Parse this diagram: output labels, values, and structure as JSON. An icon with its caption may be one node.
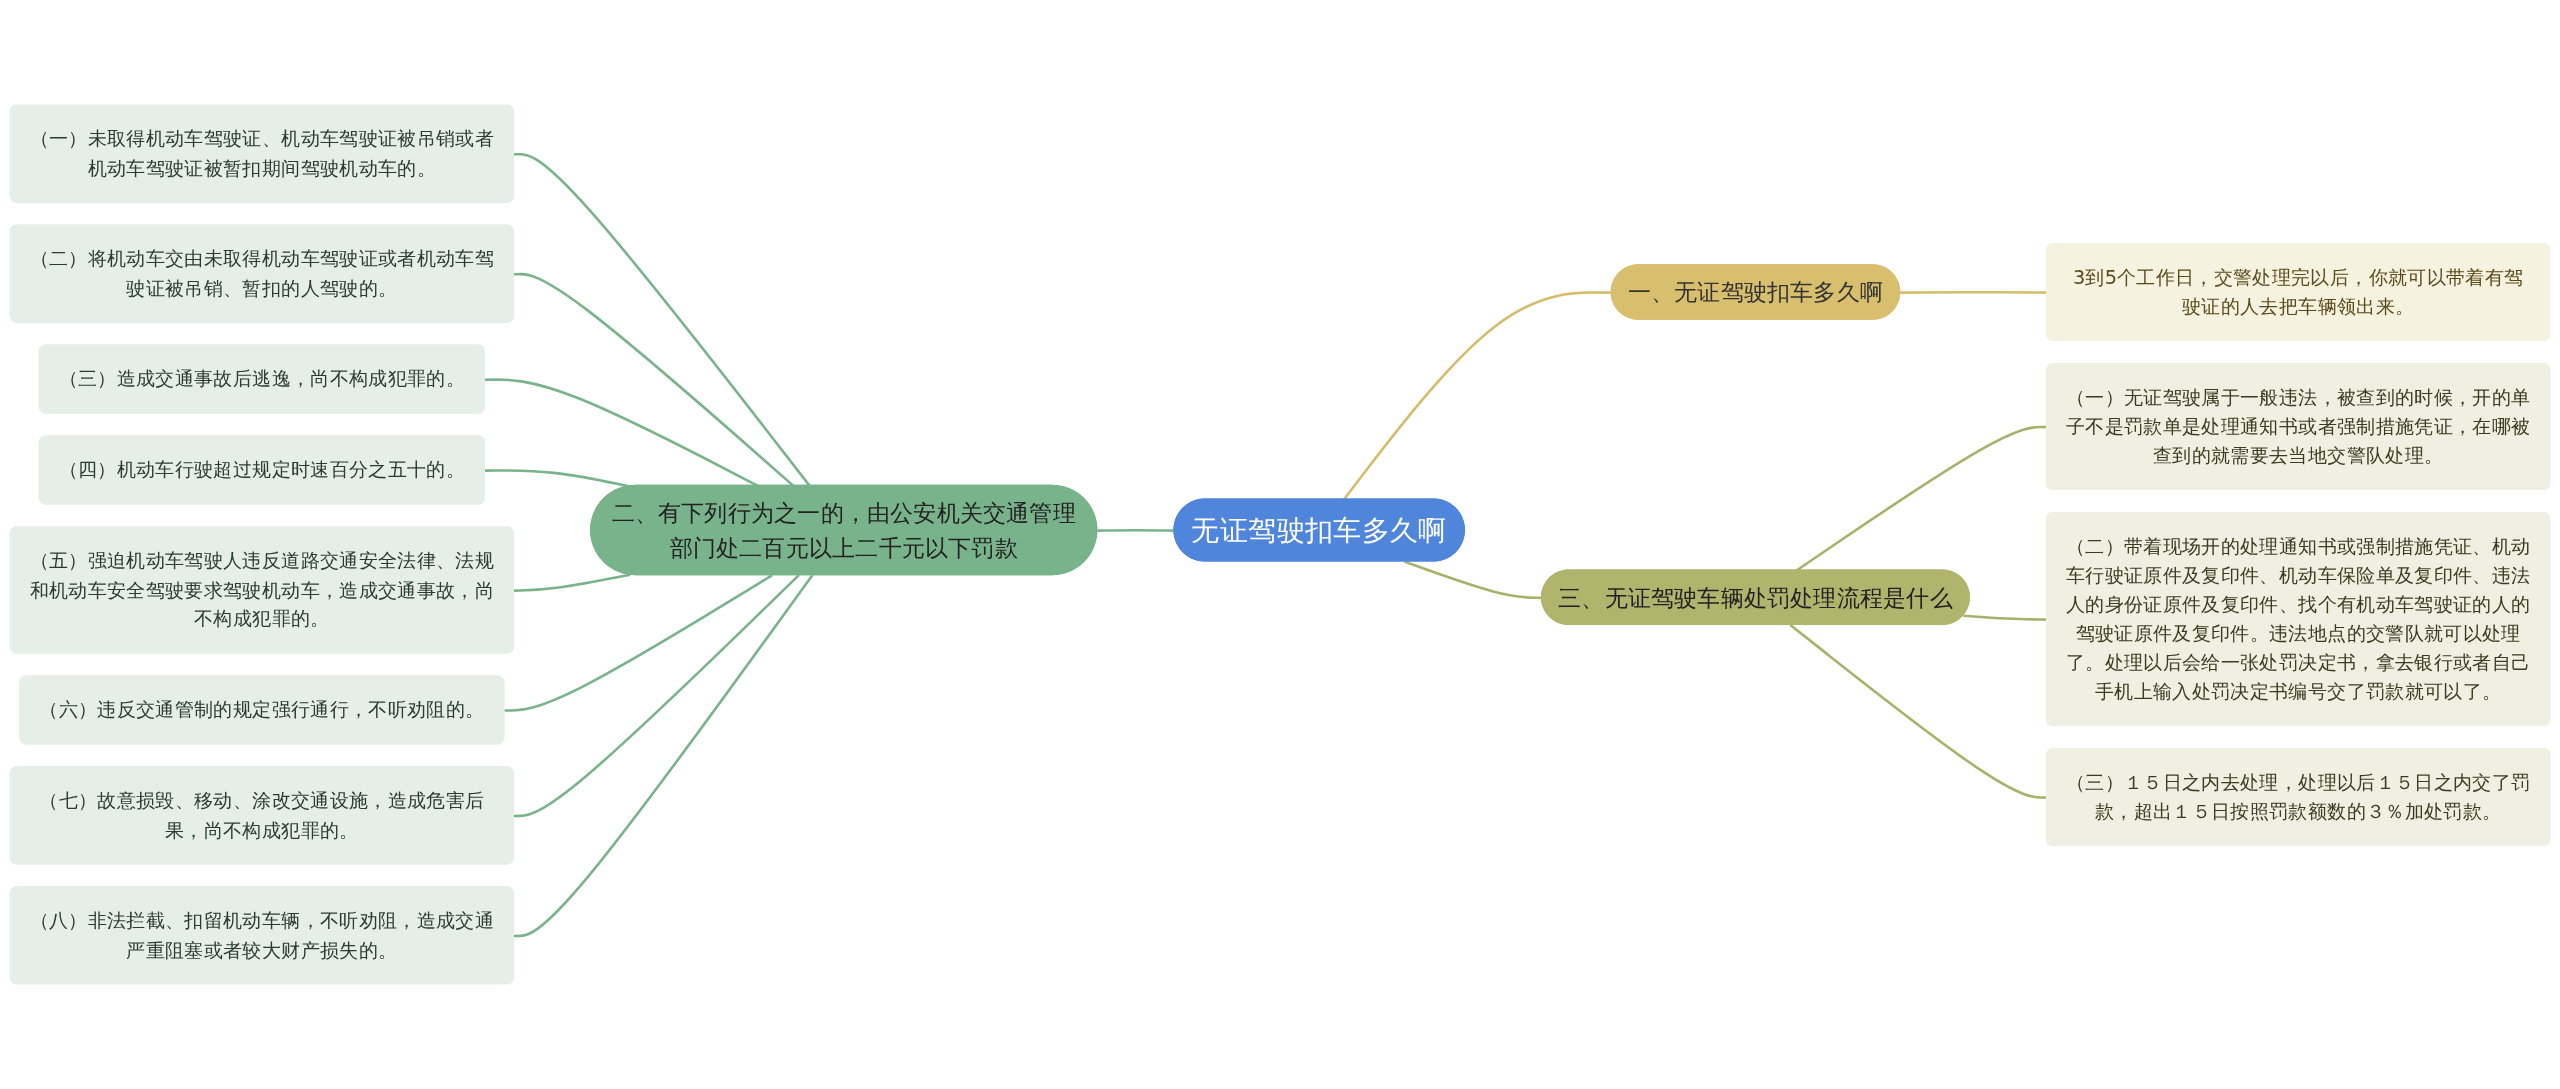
{
  "diagram": {
    "nodes": [
      {
        "text": [
          "无证驾驶扣车多久啊"
        ]
      },
      {
        "text": [
          "一、无证驾驶扣车多久啊"
        ]
      },
      {
        "text": [
          "3到5个工作日，交警处理完以后，你就可以带着有驾驶证的人去把车辆领出来。"
        ]
      },
      {
        "text": [
          "二、有下列行为之一的，由公安机关交通管理部门处二百元以上二千元以下罚款"
        ]
      },
      {
        "text": [
          "（一）未取得机动车驾驶证、机动车驾驶证被吊销或者机动车驾驶证被暂扣期间驾驶机动车的。"
        ]
      },
      {
        "text": [
          "（二）将机动车交由未取得机动车驾驶证或者机动车驾驶证被吊销、暂扣的人驾驶的。"
        ]
      },
      {
        "text": [
          "（三）造成交通事故后逃逸，尚不构成犯罪的。"
        ]
      },
      {
        "text": [
          "（四）机动车行驶超过规定时速百分之五十的。"
        ]
      },
      {
        "text": [
          "（五）强迫机动车驾驶人违反道路交通安全法律、法规和机动车安全驾驶要求驾驶机动车，造成交通事故，尚不构成犯罪的。"
        ]
      },
      {
        "text": [
          "（六）违反交通管制的规定强行通行，不听劝阻的。"
        ]
      },
      {
        "text": [
          "（七）故意损毁、移动、涂改交通设施，造成危害后果，尚不构成犯罪的。"
        ]
      },
      {
        "text": [
          "（八）非法拦截、扣留机动车辆，不听劝阻，造成交通严重阻塞或者较大财产损失的。"
        ]
      },
      {
        "text": [
          "三、无证驾驶车辆处罚处理流程是什么"
        ]
      },
      {
        "text": [
          "（一）无证驾驶属于一般违法，被查到的时候，开的单子不是罚款单是处理通知书或者强制措施凭证，在哪被查到的就需要去当地交警队处理。"
        ]
      },
      {
        "text": [
          "（二）带着现场开的处理通知书或强制措施凭证、机动车行驶证原件及复印件、机动车保险单及复印件、违法人的身份证原件及复印件、找个有机动车驾驶证的人的驾驶证原件及复印件。违法地点的交警队就可以处理了。处理以后会给一张处罚决定书，拿去银行或者自己手机上输入处罚决定书编号交了罚款就可以了。"
        ]
      },
      {
        "text": [
          "（三）１５日之内去处理，处理以后１５日之内交了罚款，超出１５日按照罚款额数的３％加处罚款。"
        ]
      }
    ],
    "edges": [
      {
        "from": 0,
        "to": 1,
        "arrow": "none",
        "color": "#d4bc6a"
      },
      {
        "from": 1,
        "to": 2,
        "arrow": "none",
        "color": "#d4bc6a"
      },
      {
        "from": 0,
        "to": 3,
        "arrow": "none"
      },
      {
        "from": 3,
        "to": 4,
        "arrow": "none"
      },
      {
        "from": 3,
        "to": 5,
        "arrow": "none"
      },
      {
        "from": 3,
        "to": 6,
        "arrow": "none"
      },
      {
        "from": 3,
        "to": 7,
        "arrow": "none"
      },
      {
        "from": 3,
        "to": 8,
        "arrow": "none"
      },
      {
        "from": 3,
        "to": 9,
        "arrow": "none"
      },
      {
        "from": 3,
        "to": 10,
        "arrow": "none"
      },
      {
        "from": 3,
        "to": 11,
        "arrow": "none"
      },
      {
        "from": 0,
        "to": 12,
        "arrow": "none",
        "color": "#a9b06a"
      },
      {
        "from": 12,
        "to": 13,
        "arrow": "none",
        "color": "#a9b06a"
      },
      {
        "from": 12,
        "to": 14,
        "arrow": "none",
        "color": "#a9b06a"
      },
      {
        "from": 12,
        "to": 15,
        "arrow": "none",
        "color": "#a9b06a"
      }
    ]
  }
}
